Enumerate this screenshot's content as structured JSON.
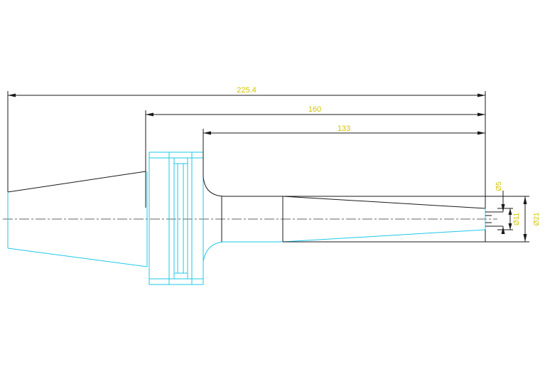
{
  "dimensions": {
    "overall_length": "225.4",
    "length_160": "160",
    "length_133": "133",
    "diameter_5": "Ø5",
    "diameter_11": "Ø11",
    "diameter_21": "Ø21"
  },
  "colors": {
    "outline_dark": "#1a1a1a",
    "outline_cyan": "#1ec8ea",
    "dimension_text": "#d4c400"
  }
}
